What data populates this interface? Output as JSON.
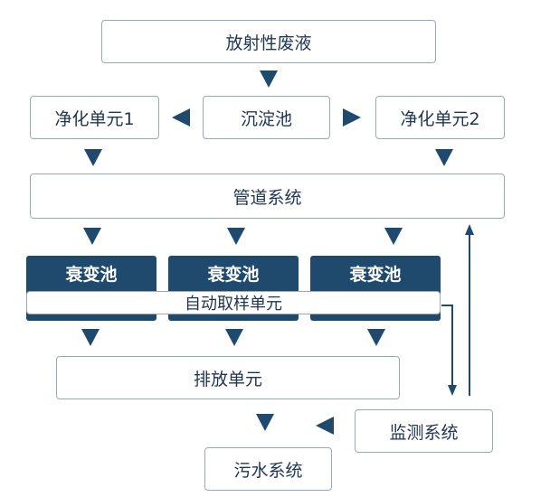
{
  "nodes": {
    "source": "放射性废液",
    "purify1": "净化单元1",
    "settling": "沉淀池",
    "purify2": "净化单元2",
    "pipeline": "管道系统",
    "decay": [
      "衰变池",
      "衰变池",
      "衰变池"
    ],
    "sampling": "自动取样单元",
    "discharge": "排放单元",
    "monitoring": "监测系统",
    "sewage": "污水系统"
  },
  "colors": {
    "arrow": "#1f4a6e",
    "dark_box": "#1f4a6e",
    "border": "#9aa9b8"
  }
}
